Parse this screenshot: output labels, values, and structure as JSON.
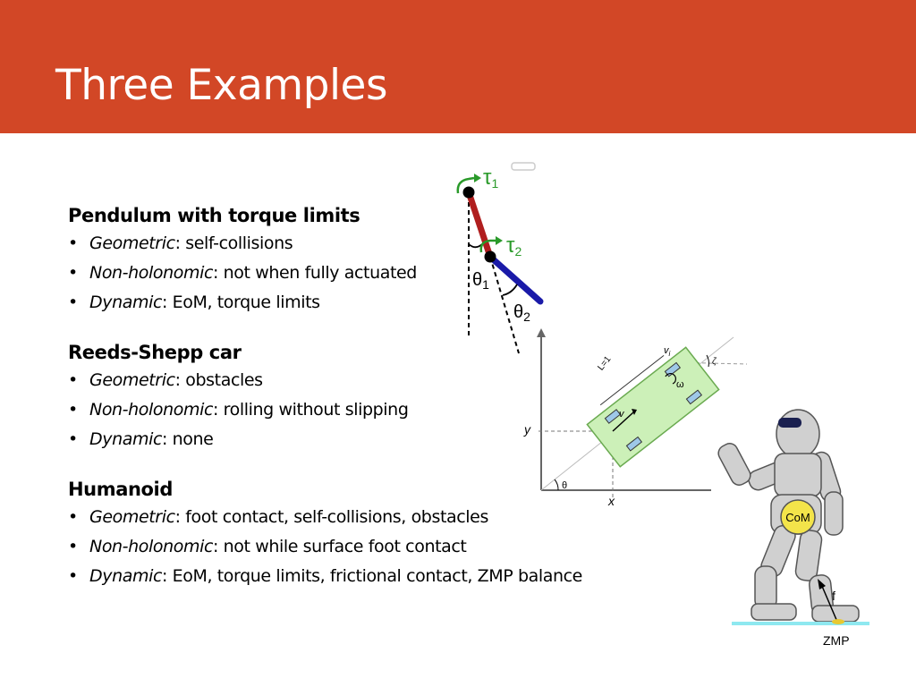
{
  "slide": {
    "title": "Three Examples",
    "header_color": "#D24726"
  },
  "sections": [
    {
      "title": "Pendulum with torque limits",
      "bullets": [
        {
          "term": "Geometric",
          "text": ": self-collisions"
        },
        {
          "term": "Non-holonomic",
          "text": ": not when fully actuated"
        },
        {
          "term": "Dynamic",
          "text": ": EoM, torque limits"
        }
      ]
    },
    {
      "title": "Reeds-Shepp car",
      "bullets": [
        {
          "term": "Geometric",
          "text": ": obstacles"
        },
        {
          "term": "Non-holonomic",
          "text": ": rolling without slipping"
        },
        {
          "term": "Dynamic",
          "text": ": none"
        }
      ]
    },
    {
      "title": "Humanoid",
      "bullets": [
        {
          "term": "Geometric",
          "text": ": foot contact, self-collisions, obstacles"
        },
        {
          "term": "Non-holonomic",
          "text": ": not while surface foot contact"
        },
        {
          "term": "Dynamic",
          "text": ": EoM, torque limits, frictional contact, ZMP balance"
        }
      ]
    }
  ],
  "bullet_glyph": "•",
  "pendulum": {
    "tau1": "τ",
    "tau1_sub": "1",
    "tau2": "τ",
    "tau2_sub": "2",
    "theta1": "θ",
    "theta1_sub": "1",
    "theta2": "θ",
    "theta2_sub": "2",
    "link1_color": "#B01E1E",
    "link2_color": "#1A1AA8",
    "torque_color": "#2A9A2A"
  },
  "car": {
    "label_y": "y",
    "label_x": "x",
    "label_theta": "θ",
    "label_v": "v",
    "label_vi": "v",
    "label_vi_sub": "i",
    "label_omega": "ω",
    "label_L": "L=1",
    "label_zeta": "ζ",
    "body_color": "#CCF0B8"
  },
  "humanoid": {
    "com_label": "CoM",
    "f_label": "f",
    "zmp_label": "ZMP",
    "com_color": "#F3E44A",
    "ground_color": "#8EE8F0"
  }
}
